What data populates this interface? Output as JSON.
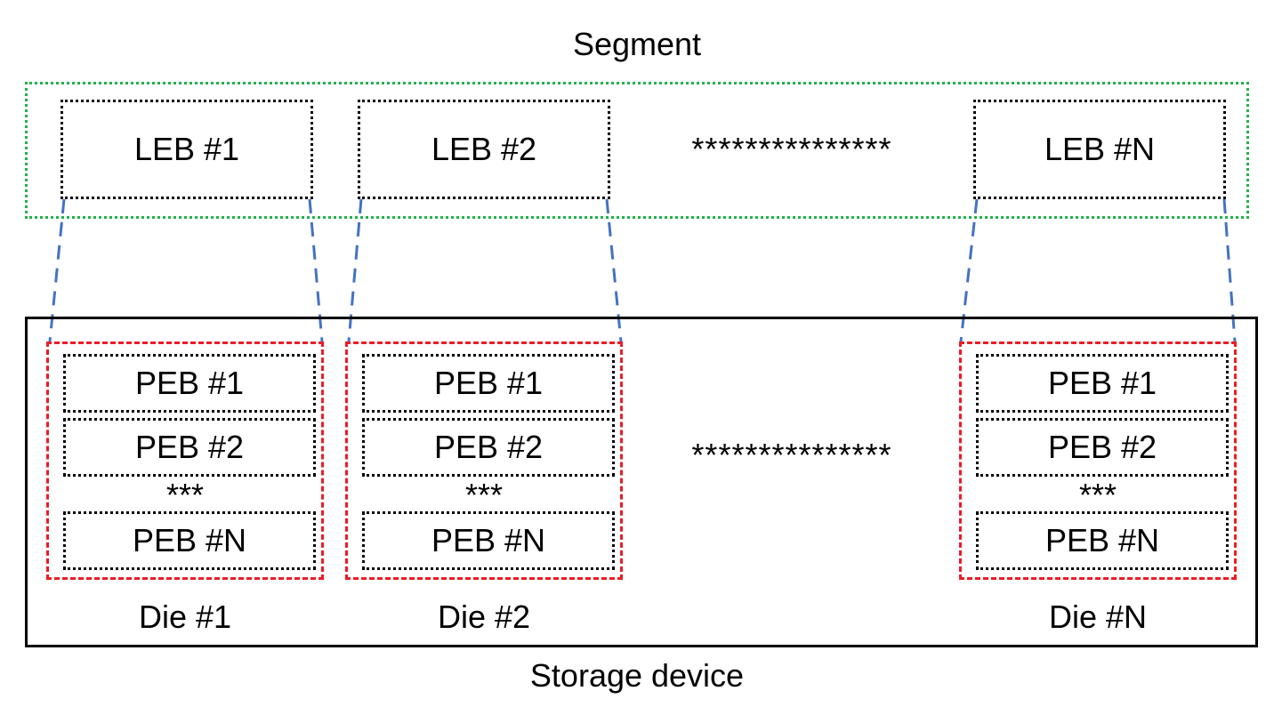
{
  "segment": {
    "title": "Segment",
    "lebs": [
      {
        "label": "LEB #1"
      },
      {
        "label": "LEB #2"
      },
      {
        "label": "LEB #N"
      }
    ],
    "ellipsis": "***************"
  },
  "storage": {
    "title": "Storage device",
    "dies": [
      {
        "label": "Die #1",
        "pebs": [
          "PEB #1",
          "PEB #2",
          "PEB #N"
        ],
        "ellipsis": "***"
      },
      {
        "label": "Die #2",
        "pebs": [
          "PEB #1",
          "PEB #2",
          "PEB #N"
        ],
        "ellipsis": "***"
      },
      {
        "label": "Die #N",
        "pebs": [
          "PEB #1",
          "PEB #2",
          "PEB #N"
        ],
        "ellipsis": "***"
      }
    ],
    "ellipsis": "***************"
  },
  "colors": {
    "segment_border": "#22b14c",
    "die_border": "#ed1c24",
    "connector": "#4472c4",
    "box_border": "#000000"
  }
}
